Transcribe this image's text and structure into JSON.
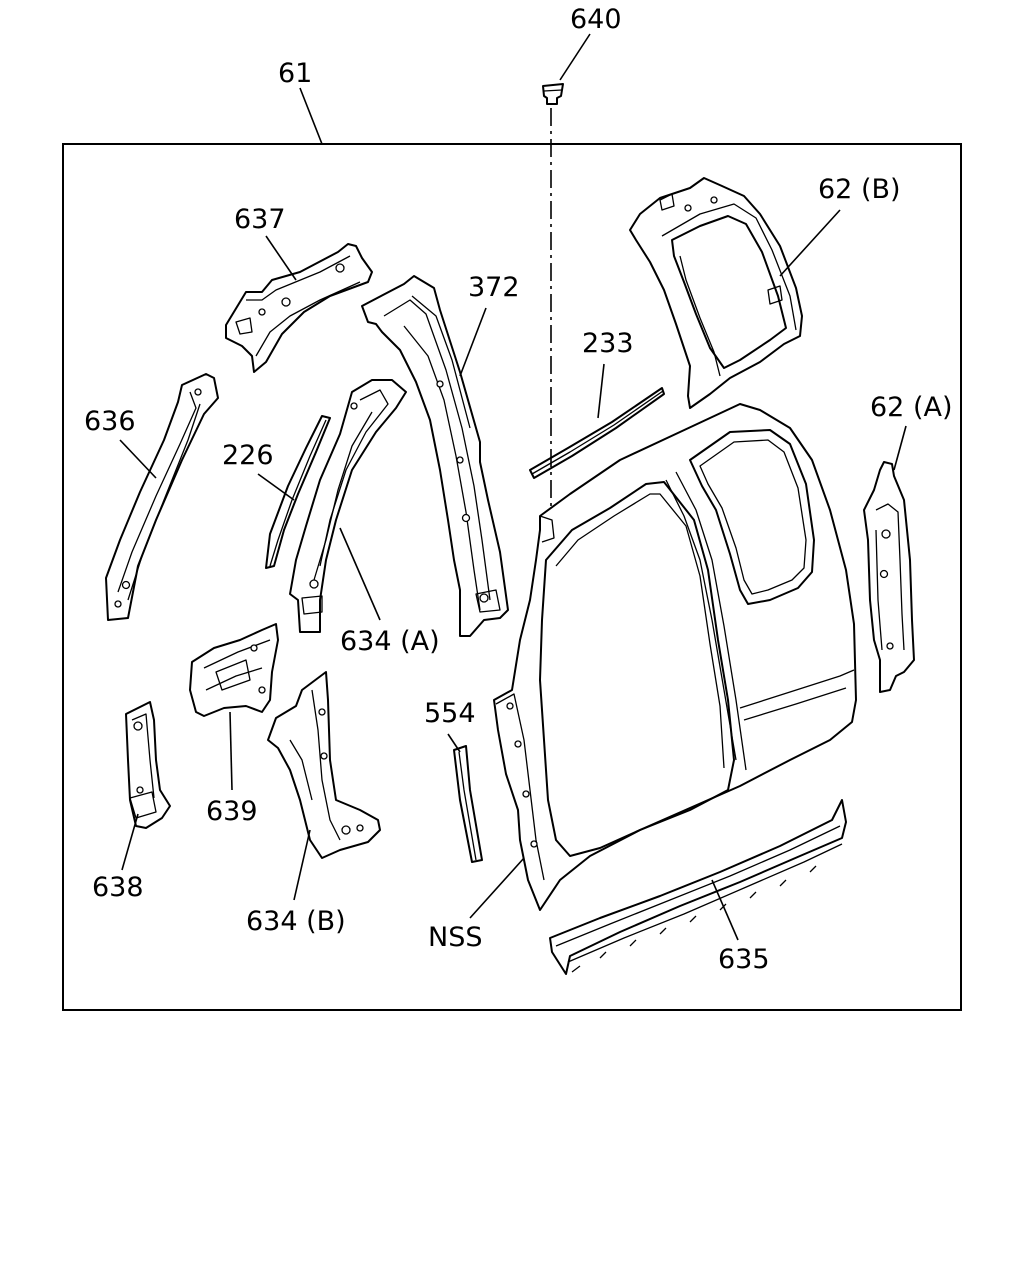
{
  "callouts": {
    "c61": "61",
    "c640": "640",
    "c637": "637",
    "c372": "372",
    "c62B": "62 (B)",
    "c636": "636",
    "c226": "226",
    "c233": "233",
    "c62A": "62 (A)",
    "c634A": "634 (A)",
    "c554": "554",
    "c639": "639",
    "c638": "638",
    "c634B": "634 (B)",
    "cNSS": "NSS",
    "c635": "635"
  }
}
